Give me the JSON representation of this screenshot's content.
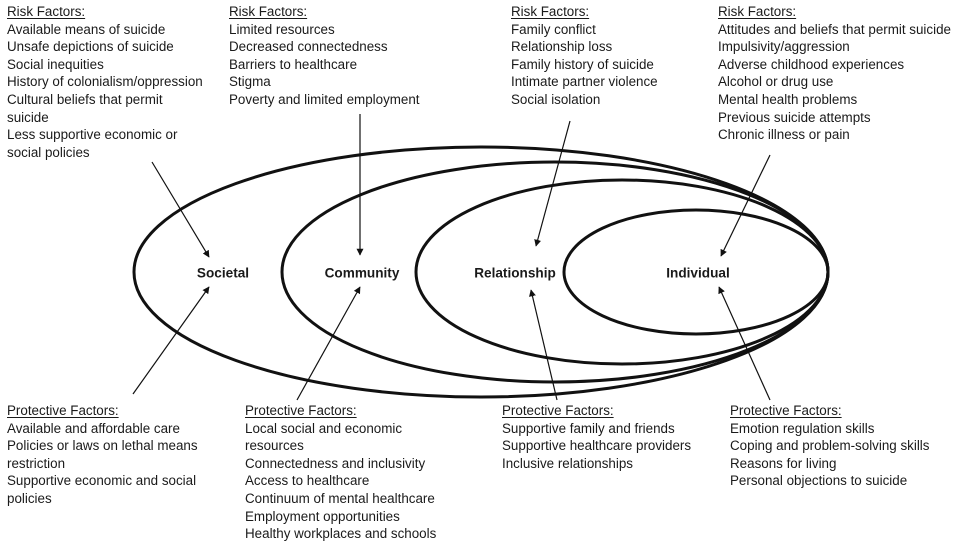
{
  "levels": [
    {
      "id": "societal",
      "label": "Societal",
      "risk": {
        "heading": "Risk Factors:",
        "lines": [
          "Available means of suicide",
          "Unsafe depictions of suicide",
          "Social inequities",
          "History of colonialism/oppression",
          "Cultural beliefs that permit",
          "suicide",
          "Less supportive economic or",
          "social policies"
        ]
      },
      "protective": {
        "heading": "Protective Factors:",
        "lines": [
          "Available and affordable care",
          "Policies or laws on lethal means",
          "restriction",
          "Supportive economic and social",
          "policies"
        ]
      }
    },
    {
      "id": "community",
      "label": "Community",
      "risk": {
        "heading": "Risk Factors:",
        "lines": [
          "Limited resources",
          "Decreased connectedness",
          "Barriers to healthcare",
          "Stigma",
          "Poverty and limited employment"
        ]
      },
      "protective": {
        "heading": "Protective Factors:",
        "lines": [
          "Local social and economic",
          "resources",
          "Connectedness and inclusivity",
          "Access to healthcare",
          "Continuum of mental healthcare",
          "Employment opportunities",
          "Healthy workplaces and schools"
        ]
      }
    },
    {
      "id": "relationship",
      "label": "Relationship",
      "risk": {
        "heading": "Risk Factors:",
        "lines": [
          "Family conflict",
          "Relationship loss",
          "Family history of suicide",
          "Intimate partner violence",
          "Social isolation"
        ]
      },
      "protective": {
        "heading": "Protective Factors:",
        "lines": [
          "Supportive family and friends",
          "Supportive healthcare providers",
          "Inclusive relationships"
        ]
      }
    },
    {
      "id": "individual",
      "label": "Individual",
      "risk": {
        "heading": "Risk Factors:",
        "lines": [
          "Attitudes and beliefs that permit suicide",
          "Impulsivity/aggression",
          "Adverse childhood experiences",
          "Alcohol or drug use",
          "Mental health problems",
          "Previous suicide attempts",
          "Chronic illness or pain"
        ]
      },
      "protective": {
        "heading": "Protective Factors:",
        "lines": [
          "Emotion regulation skills",
          "Coping and problem-solving skills",
          "Reasons for living",
          "Personal objections to suicide"
        ]
      }
    }
  ],
  "colors": {
    "stroke": "#111111",
    "text": "#1a1a1a",
    "background": "#ffffff"
  }
}
